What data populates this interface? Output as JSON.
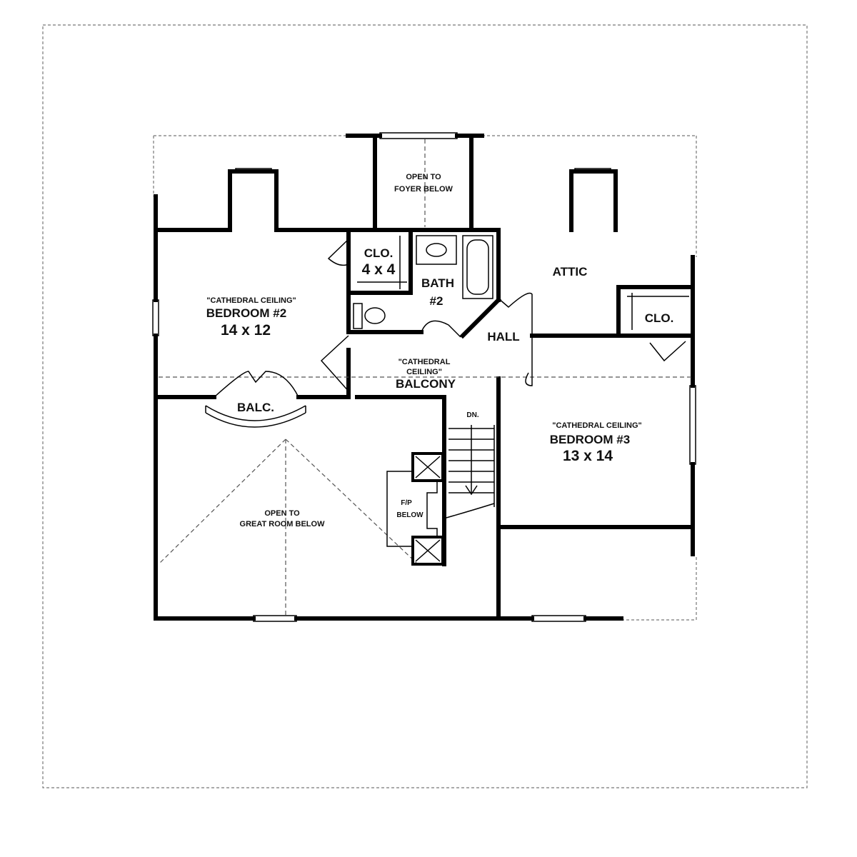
{
  "rooms": {
    "open_foyer": {
      "line1": "OPEN TO",
      "line2": "FOYER BELOW"
    },
    "closet_1": {
      "name": "CLO.",
      "size": "4 x 4"
    },
    "bath_2": {
      "name": "BATH",
      "number": "#2"
    },
    "attic": {
      "name": "ATTIC"
    },
    "closet_2": {
      "name": "CLO."
    },
    "hall": {
      "name": "HALL"
    },
    "bedroom_2": {
      "note": "\"CATHEDRAL CEILING\"",
      "name": "BEDROOM #2",
      "size": "14 x 12"
    },
    "balcony": {
      "note1": "\"CATHEDRAL",
      "note2": "CEILING\"",
      "name": "BALCONY"
    },
    "balc": {
      "name": "BALC."
    },
    "bedroom_3": {
      "note": "\"CATHEDRAL CEILING\"",
      "name": "BEDROOM #3",
      "size": "13 x 14"
    },
    "stairs": {
      "label": "DN."
    },
    "fireplace": {
      "line1": "F/P",
      "line2": "BELOW"
    },
    "open_great_room": {
      "line1": "OPEN TO",
      "line2": "GREAT ROOM BELOW"
    }
  },
  "colors": {
    "wall": "#000000",
    "dashed": "#555555",
    "background": "#ffffff"
  }
}
